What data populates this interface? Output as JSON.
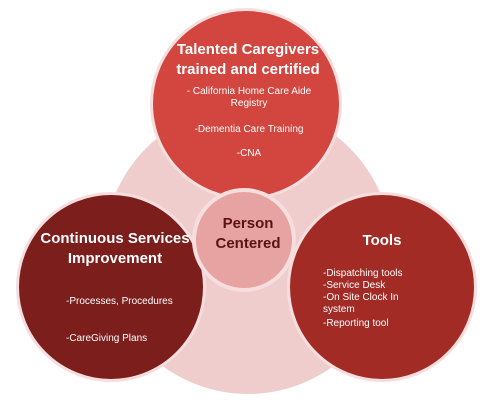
{
  "colors": {
    "background_ring": "#f0cdcd",
    "top_circle": "#d3463f",
    "left_circle": "#7b1e1c",
    "right_circle": "#a32b26",
    "center_circle": "#e7a2a2",
    "center_text": "#5a1311"
  },
  "top": {
    "title": "Talented Caregivers trained and certified",
    "items": [
      "- California Home Care Aide Registry",
      "-Dementia Care Training",
      "-CNA"
    ]
  },
  "left": {
    "title": "Continuous Services Improvement",
    "items": [
      "-Processes, Procedures",
      "-CareGiving Plans"
    ]
  },
  "right": {
    "title": "Tools",
    "items": [
      "-Dispatching tools",
      "-Service Desk",
      "-On Site Clock In system",
      "-Reporting tool"
    ]
  },
  "center": {
    "title": "Person Centered"
  }
}
